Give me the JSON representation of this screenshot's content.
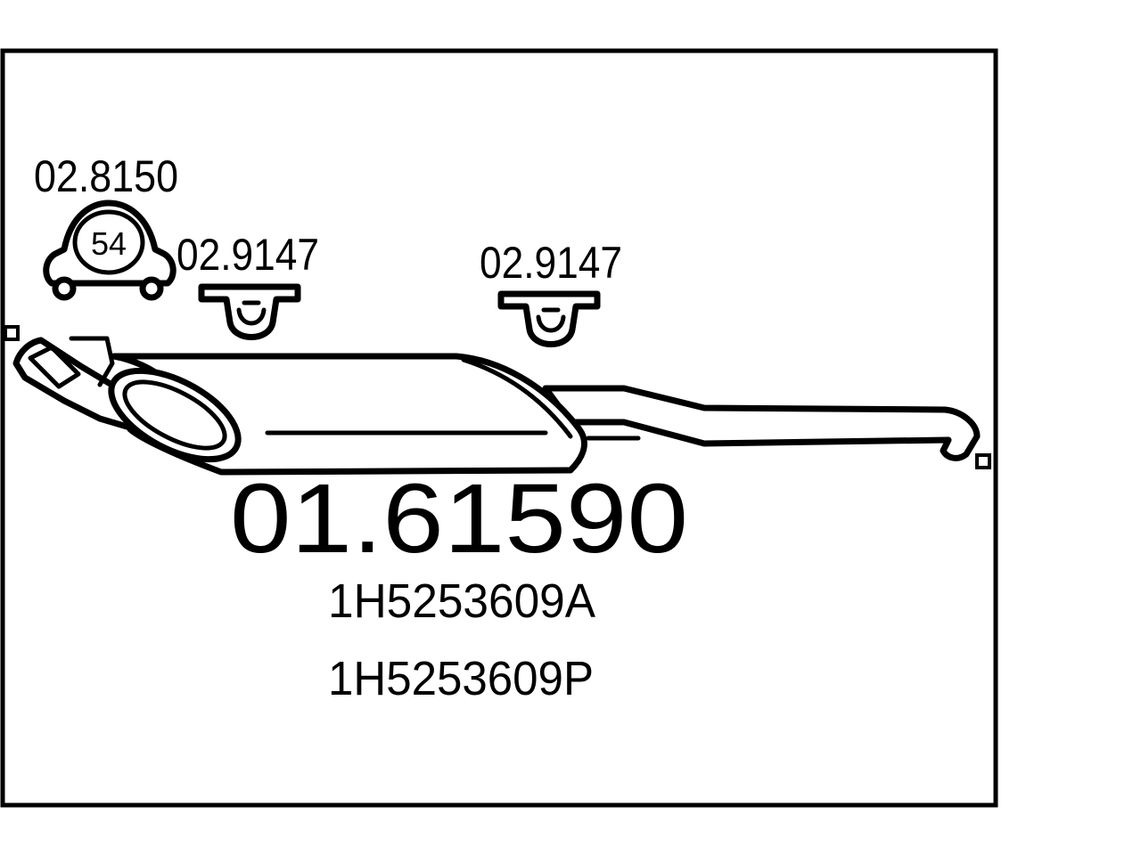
{
  "diagram": {
    "main_part_number": "01.61590",
    "oem_numbers": [
      "1H5253609A",
      "1H5253609P"
    ],
    "accessories": {
      "clamp": {
        "part_number": "02.8150",
        "size_badge": "54",
        "icon": "pipe-clamp-icon"
      },
      "mount_left": {
        "part_number": "02.9147",
        "icon": "rubber-mount-icon"
      },
      "mount_right": {
        "part_number": "02.9147",
        "icon": "rubber-mount-icon"
      }
    },
    "silencer_icon": "exhaust-silencer-icon",
    "colors": {
      "line": "#000000",
      "background": "#ffffff"
    }
  }
}
